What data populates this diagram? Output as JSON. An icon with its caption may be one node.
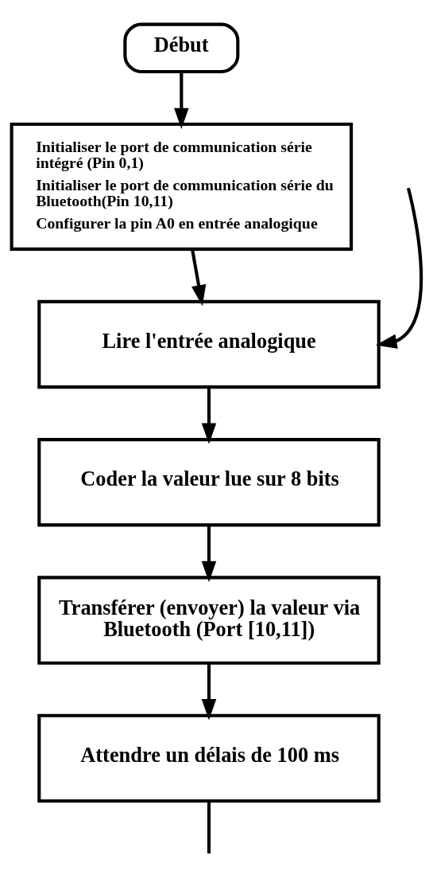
{
  "diagram": {
    "nodes": [
      {
        "text": [
          "Début"
        ]
      },
      {
        "text": [
          "Initialiser le port de communication série intégré (Pin 0,1)",
          "Initialiser le port de communication série du Bluetooth(Pin 10,11)",
          "Configurer la pin A0 en entrée analogique"
        ]
      },
      {
        "text": [
          "Lire l'entrée analogique"
        ]
      },
      {
        "text": [
          "Coder la valeur lue sur 8 bits"
        ]
      },
      {
        "text": [
          "Transférer (envoyer) la valeur via Bluetooth (Port [10,11])"
        ]
      },
      {
        "text": [
          "Attendre un délais de 100 ms"
        ]
      }
    ],
    "edges": [
      {
        "from": 0,
        "to": 1,
        "arrow": "to"
      },
      {
        "from": 1,
        "to": 2,
        "arrow": "to"
      },
      {
        "from": null,
        "to": 2,
        "arrow": "to"
      },
      {
        "from": 2,
        "to": 3,
        "arrow": "to"
      },
      {
        "from": 3,
        "to": 4,
        "arrow": "to"
      },
      {
        "from": 4,
        "to": 5,
        "arrow": "to"
      },
      {
        "from": 5,
        "to": null,
        "arrow": "none"
      }
    ]
  }
}
